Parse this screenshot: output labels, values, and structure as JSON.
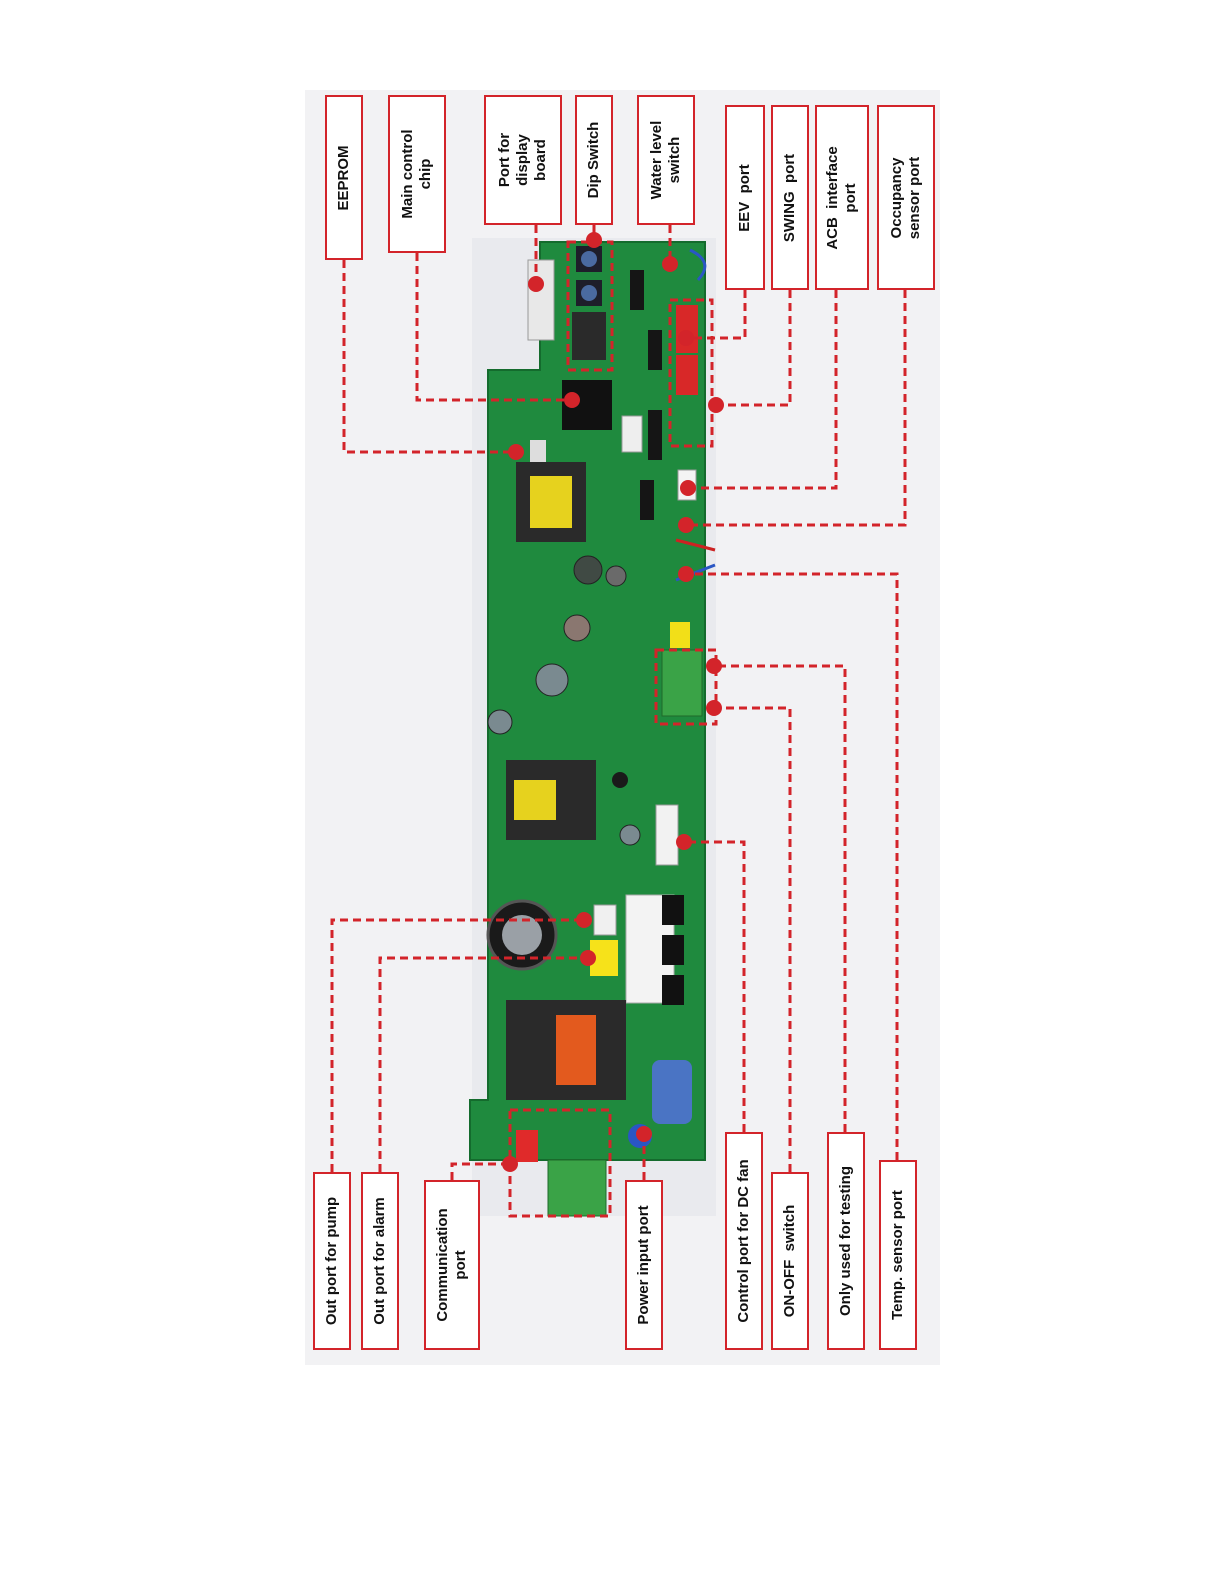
{
  "labels_top": [
    {
      "id": "eeprom",
      "text": "EEPROM"
    },
    {
      "id": "main-chip",
      "text": "Main control\nchip"
    },
    {
      "id": "display-port",
      "text": "Port for\ndisplay\nboard"
    },
    {
      "id": "dip-switch",
      "text": "Dip Switch"
    },
    {
      "id": "water-level",
      "text": "Water level\nswitch"
    },
    {
      "id": "eev-port",
      "text": "EEV  port"
    },
    {
      "id": "swing-port",
      "text": "SWING  port"
    },
    {
      "id": "acb-port",
      "text": "ACB  interface\nport"
    },
    {
      "id": "occupancy-port",
      "text": "Occupancy\nsensor port"
    }
  ],
  "labels_bottom": [
    {
      "id": "pump-port",
      "text": "Out port for pump"
    },
    {
      "id": "alarm-port",
      "text": "Out port for alarm"
    },
    {
      "id": "comm-port",
      "text": "Communication\nport"
    },
    {
      "id": "power-port",
      "text": "Power input port"
    },
    {
      "id": "dc-fan-port",
      "text": "Control port for DC fan"
    },
    {
      "id": "onoff-switch",
      "text": "ON-OFF  switch"
    },
    {
      "id": "testing-port",
      "text": "Only used for testing"
    },
    {
      "id": "temp-port",
      "text": "Temp. sensor port"
    }
  ],
  "colors": {
    "accent": "#d3242a",
    "board": "#1f8a3e",
    "board_dark": "#146b2d"
  }
}
